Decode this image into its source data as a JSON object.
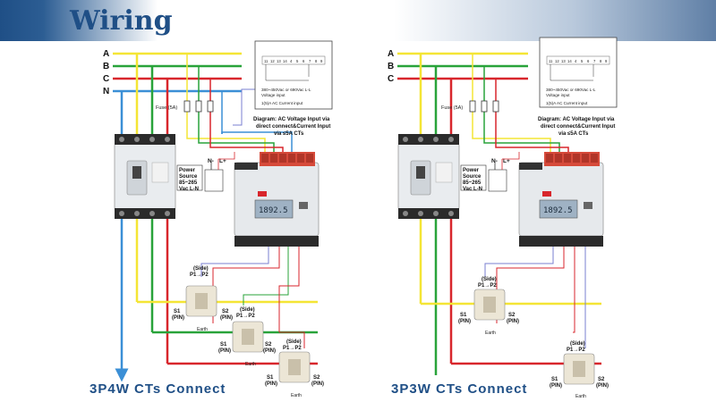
{
  "header": {
    "title": "Wiring"
  },
  "left": {
    "phases": [
      "A",
      "B",
      "C",
      "N"
    ],
    "fuse_label": "Fuse (5A)",
    "power": {
      "n": "N-",
      "l": "L+",
      "label": [
        "Power",
        "Source",
        "85~265",
        "Vac L-N"
      ]
    },
    "spec": {
      "voltage": [
        "380~450Vac or 690Vac L-L",
        "Voltage input"
      ],
      "current": "1(5)A AC Current input",
      "pins": [
        "11",
        "12",
        "13",
        "14",
        "4",
        "5",
        "6",
        "7",
        "8",
        "9"
      ]
    },
    "diagram_caption": [
      "Diagram: AC Voltage Input via",
      "direct connect&Current Input",
      "via  ≤5A CTs"
    ],
    "meter_display": "1892.5",
    "ct": {
      "side": "(Side)",
      "p": "P1→P2",
      "s1": [
        "S1",
        "(PIN)"
      ],
      "s2": [
        "S2",
        "(PIN)"
      ],
      "earth": "Earth"
    },
    "caption": "3P4W CTs Connect"
  },
  "right": {
    "phases": [
      "A",
      "B",
      "C"
    ],
    "fuse_label": "Fuse (5A)",
    "power": {
      "n": "N-",
      "l": "L+",
      "label": [
        "Power",
        "Source",
        "85~265",
        "Vac L-N"
      ]
    },
    "spec": {
      "voltage": [
        "380~450Vac or 690Vac L-L",
        "Voltage input"
      ],
      "current": "1(5)A AC Current input",
      "pins": [
        "11",
        "12",
        "13",
        "14",
        "4",
        "5",
        "6",
        "7",
        "8",
        "9"
      ]
    },
    "diagram_caption": [
      "Diagram: AC Voltage Input via",
      "direct connect&Current Input",
      "via  ≤5A CTs"
    ],
    "meter_display": "1892.5",
    "ct": {
      "side": "(Side)",
      "p": "P1→P2",
      "s1": [
        "S1",
        "(PIN)"
      ],
      "s2": [
        "S2",
        "(PIN)"
      ],
      "earth": "Earth"
    },
    "caption": "3P3W CTs Connect"
  },
  "colors": {
    "a": "#f4e535",
    "b": "#29a33a",
    "c": "#d8262c",
    "n": "#3b8fd6",
    "title": "#1f4f86"
  }
}
